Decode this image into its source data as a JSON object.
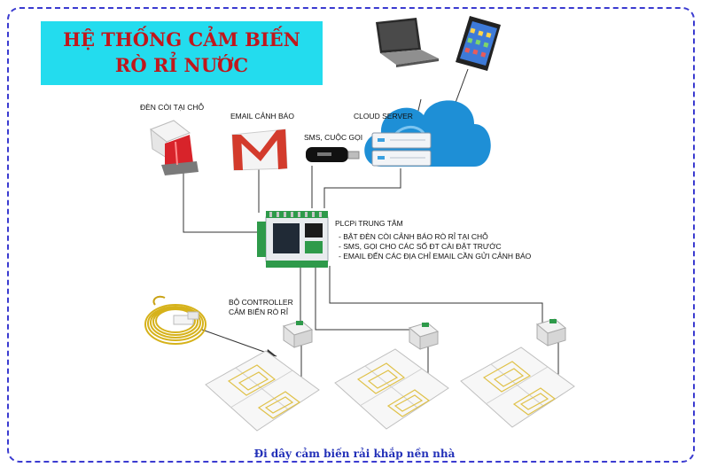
{
  "title": {
    "line1": "HỆ THỐNG CẢM BIẾN",
    "line2": "RÒ RỈ NƯỚC"
  },
  "labels": {
    "siren": "ĐÈN CÒI TẠI CHỖ",
    "email": "EMAIL CẢNH BÁO",
    "sms": "SMS, CUỘC GỌI",
    "cloud_server": "CLOUD SERVER",
    "plc": "PLCPi TRUNG TÂM",
    "controller_line1": "BỘ CONTROLLER",
    "controller_line2": "CẢM BIẾN RÒ RỈ"
  },
  "plc_features": [
    "- BẬT ĐÈN CÒI CẢNH BÁO RÒ RỈ TẠI CHỖ",
    "- SMS, GỌI CHO CÁC SỐ ĐT CÀI ĐẶT TRƯỚC",
    "- EMAIL ĐẾN CÁC ĐỊA CHỈ EMAIL CẦN GỬI CẢNH BÁO"
  ],
  "footer": "Đi dây cảm biến rải khắp nền nhà",
  "icons": {
    "laptop": "laptop-icon",
    "phone": "smartphone-icon",
    "cloud": "cloud-icon",
    "server": "server-icon",
    "siren": "siren-light-icon",
    "gmail": "gmail-icon",
    "usb_modem": "usb-modem-icon",
    "plc": "plc-controller-icon",
    "sensor": "sensor-module-icon",
    "cable": "sensor-cable-coil-icon",
    "floor": "floor-tile-sensor-icon"
  },
  "colors": {
    "title_bg": "#23dcee",
    "title_text": "#c0171c",
    "frame": "#3b3bd0",
    "footer_text": "#2230b8",
    "cloud": "#1e8fd6",
    "wire": "#333333"
  }
}
